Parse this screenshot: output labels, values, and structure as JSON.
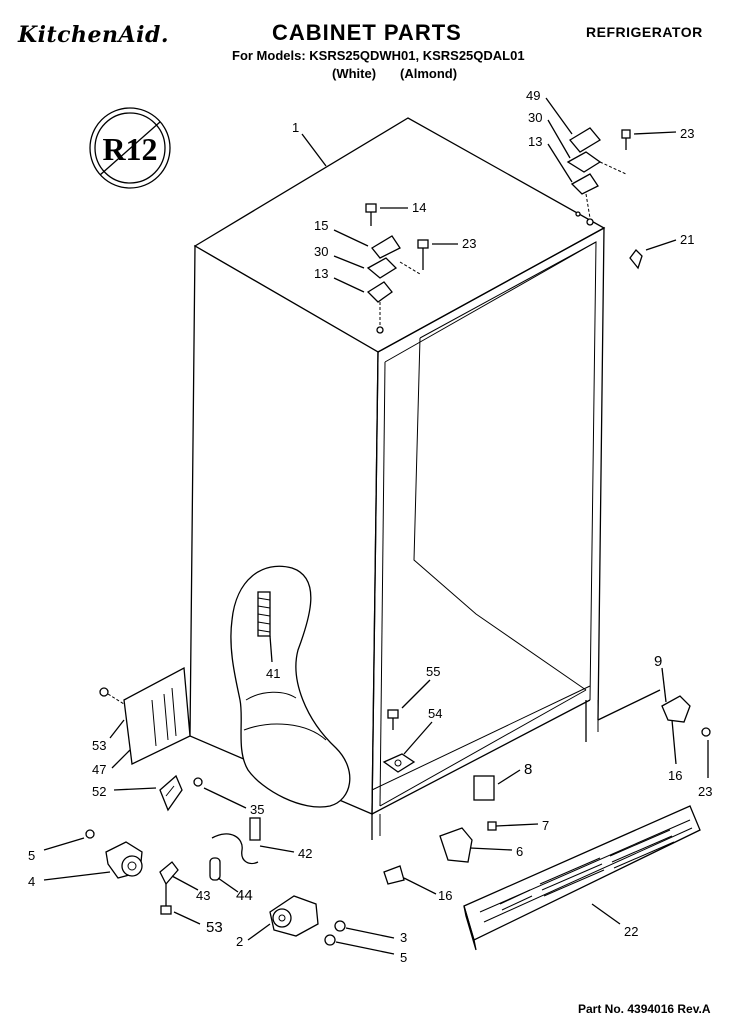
{
  "header": {
    "brand": "KitchenAid.",
    "title": "CABINET PARTS",
    "category": "REFRIGERATOR",
    "models": "For Models: KSRS25QDWH01, KSRS25QDAL01",
    "variants": [
      "(White)",
      "(Almond)"
    ]
  },
  "badge": {
    "text": "R12"
  },
  "callouts": [
    {
      "id": "1",
      "label": "1"
    },
    {
      "id": "14",
      "label": "14"
    },
    {
      "id": "15",
      "label": "15"
    },
    {
      "id": "30a",
      "label": "30"
    },
    {
      "id": "23a",
      "label": "23"
    },
    {
      "id": "13a",
      "label": "13"
    },
    {
      "id": "49",
      "label": "49"
    },
    {
      "id": "30b",
      "label": "30"
    },
    {
      "id": "13b",
      "label": "13"
    },
    {
      "id": "23b",
      "label": "23"
    },
    {
      "id": "21",
      "label": "21"
    },
    {
      "id": "41",
      "label": "41"
    },
    {
      "id": "55",
      "label": "55"
    },
    {
      "id": "54",
      "label": "54"
    },
    {
      "id": "9",
      "label": "9"
    },
    {
      "id": "16a",
      "label": "16"
    },
    {
      "id": "23c",
      "label": "23"
    },
    {
      "id": "53a",
      "label": "53"
    },
    {
      "id": "47",
      "label": "47"
    },
    {
      "id": "52",
      "label": "52"
    },
    {
      "id": "35",
      "label": "35"
    },
    {
      "id": "8",
      "label": "8"
    },
    {
      "id": "7",
      "label": "7"
    },
    {
      "id": "6",
      "label": "6"
    },
    {
      "id": "5a",
      "label": "5"
    },
    {
      "id": "4",
      "label": "4"
    },
    {
      "id": "42",
      "label": "42"
    },
    {
      "id": "43",
      "label": "43"
    },
    {
      "id": "44",
      "label": "44"
    },
    {
      "id": "16b",
      "label": "16"
    },
    {
      "id": "22",
      "label": "22"
    },
    {
      "id": "53b",
      "label": "53"
    },
    {
      "id": "2",
      "label": "2"
    },
    {
      "id": "3",
      "label": "3"
    },
    {
      "id": "5b",
      "label": "5"
    }
  ],
  "footer": {
    "part_number": "Part No. 4394016 Rev.A"
  }
}
